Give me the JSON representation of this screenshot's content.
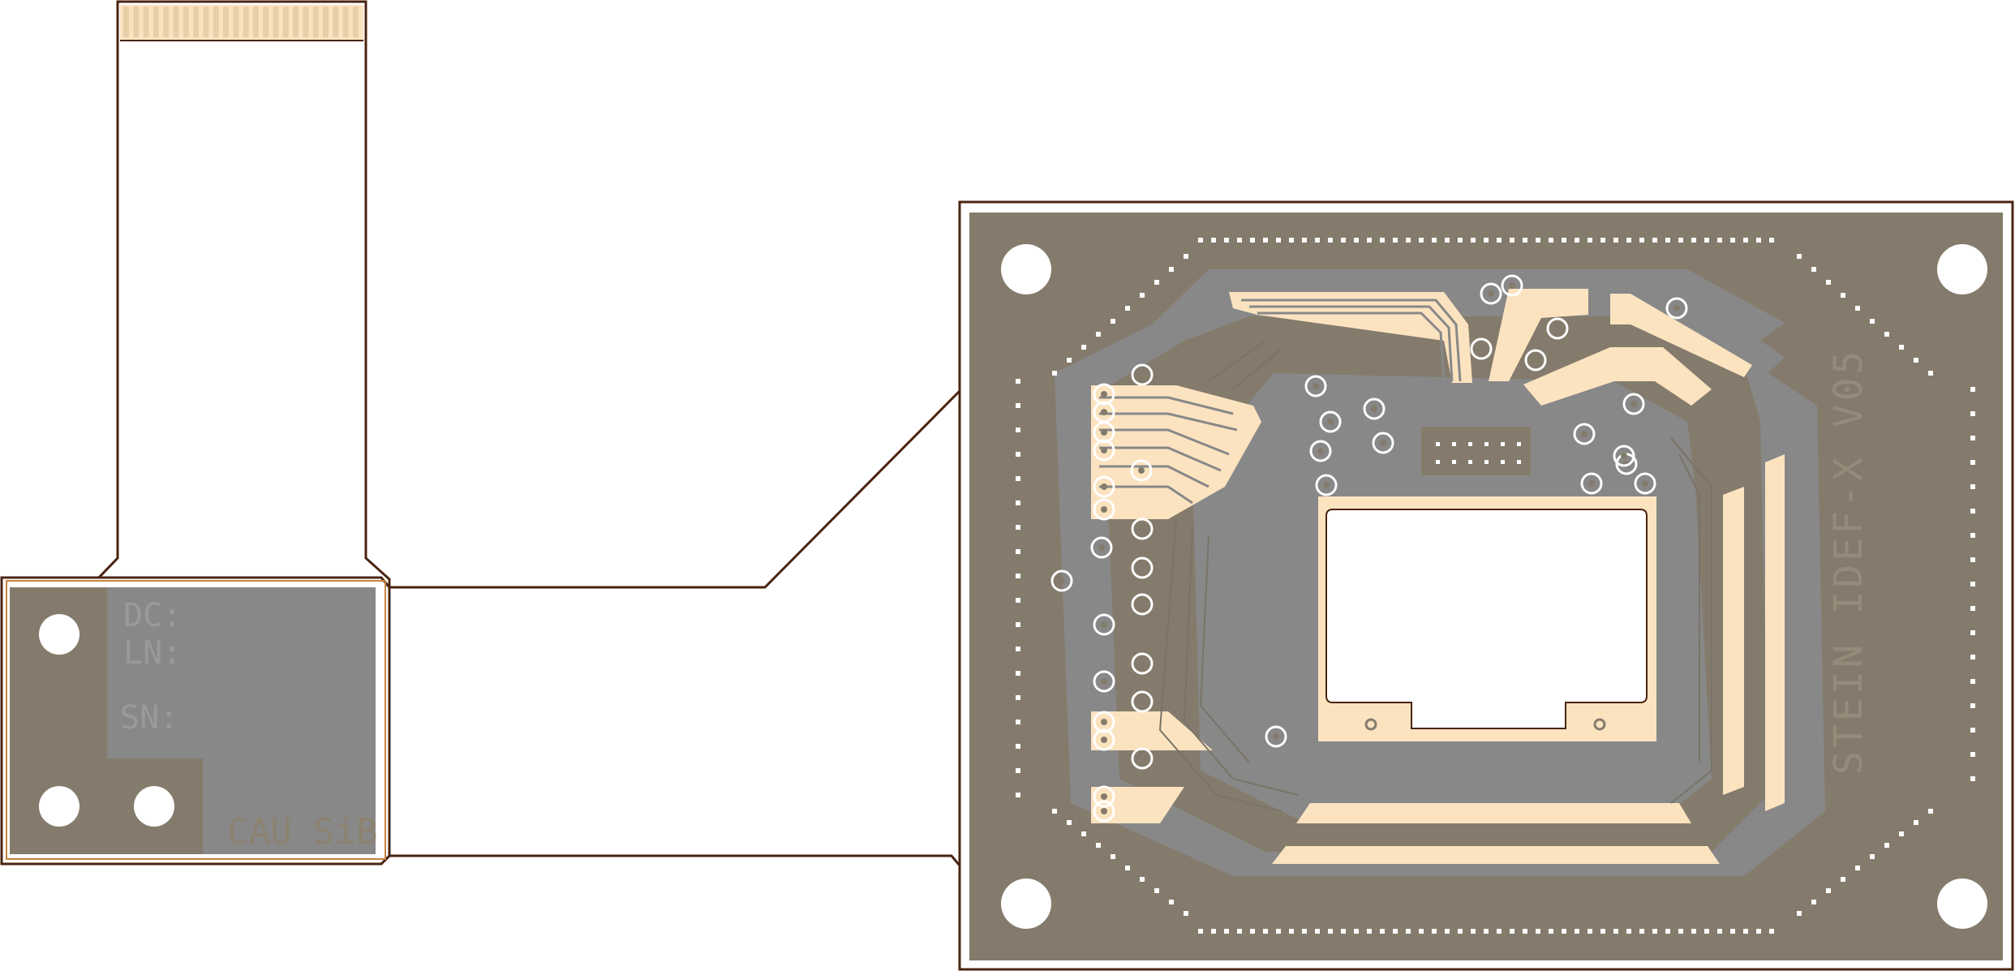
{
  "colors": {
    "board": "#847b6c",
    "copper_plane": "#888888",
    "pad": "#fce3c0",
    "trace": "#fce3c0",
    "outline": "#4a2410",
    "stiffener_outline": "#c8813c",
    "background": "#ffffff"
  },
  "icons": {
    "mounting_hole": "mounting-hole-icon",
    "via": "via-icon"
  },
  "connector_board": {
    "silkscreen_fields": [
      {
        "label": "DC:"
      },
      {
        "label": "LN:"
      },
      {
        "label": "SN:"
      }
    ],
    "maker_text": "CAU SiB"
  },
  "main_board": {
    "side_label": "STEIN IDEF-X V05"
  }
}
